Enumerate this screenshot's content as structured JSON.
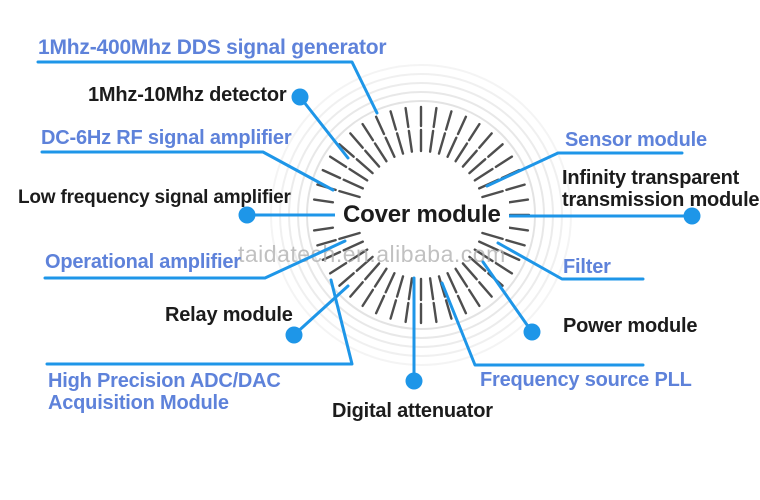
{
  "diagram": {
    "center_label": "Cover module",
    "watermark": "taidatech.en.alibaba.com",
    "labels": {
      "dds_generator": "1Mhz-400Mhz DDS signal generator",
      "detector": "1Mhz-10Mhz detector",
      "rf_amplifier": "DC-6Hz RF signal amplifier",
      "low_freq_amplifier": "Low frequency signal amplifier",
      "operational_amplifier": "Operational amplifier",
      "relay": "Relay module",
      "adc_dac_line1": "High Precision ADC/DAC",
      "adc_dac_line2": "Acquisition Module",
      "digital_attenuator": "Digital attenuator",
      "frequency_pll": "Frequency source PLL",
      "power": "Power module",
      "filter": "Filter",
      "infinity_line1": "Infinity transparent",
      "infinity_line2": "transmission module",
      "sensor": "Sensor module"
    },
    "colors": {
      "connector_blue": "#1e96e8",
      "blue_label_text": "#5e82da",
      "black_label_text": "#1c1c1c",
      "tick_gray": "#4e4e4e",
      "ring_gray": "#e2e2e2",
      "watermark_gray": "#b0b0b0"
    }
  }
}
